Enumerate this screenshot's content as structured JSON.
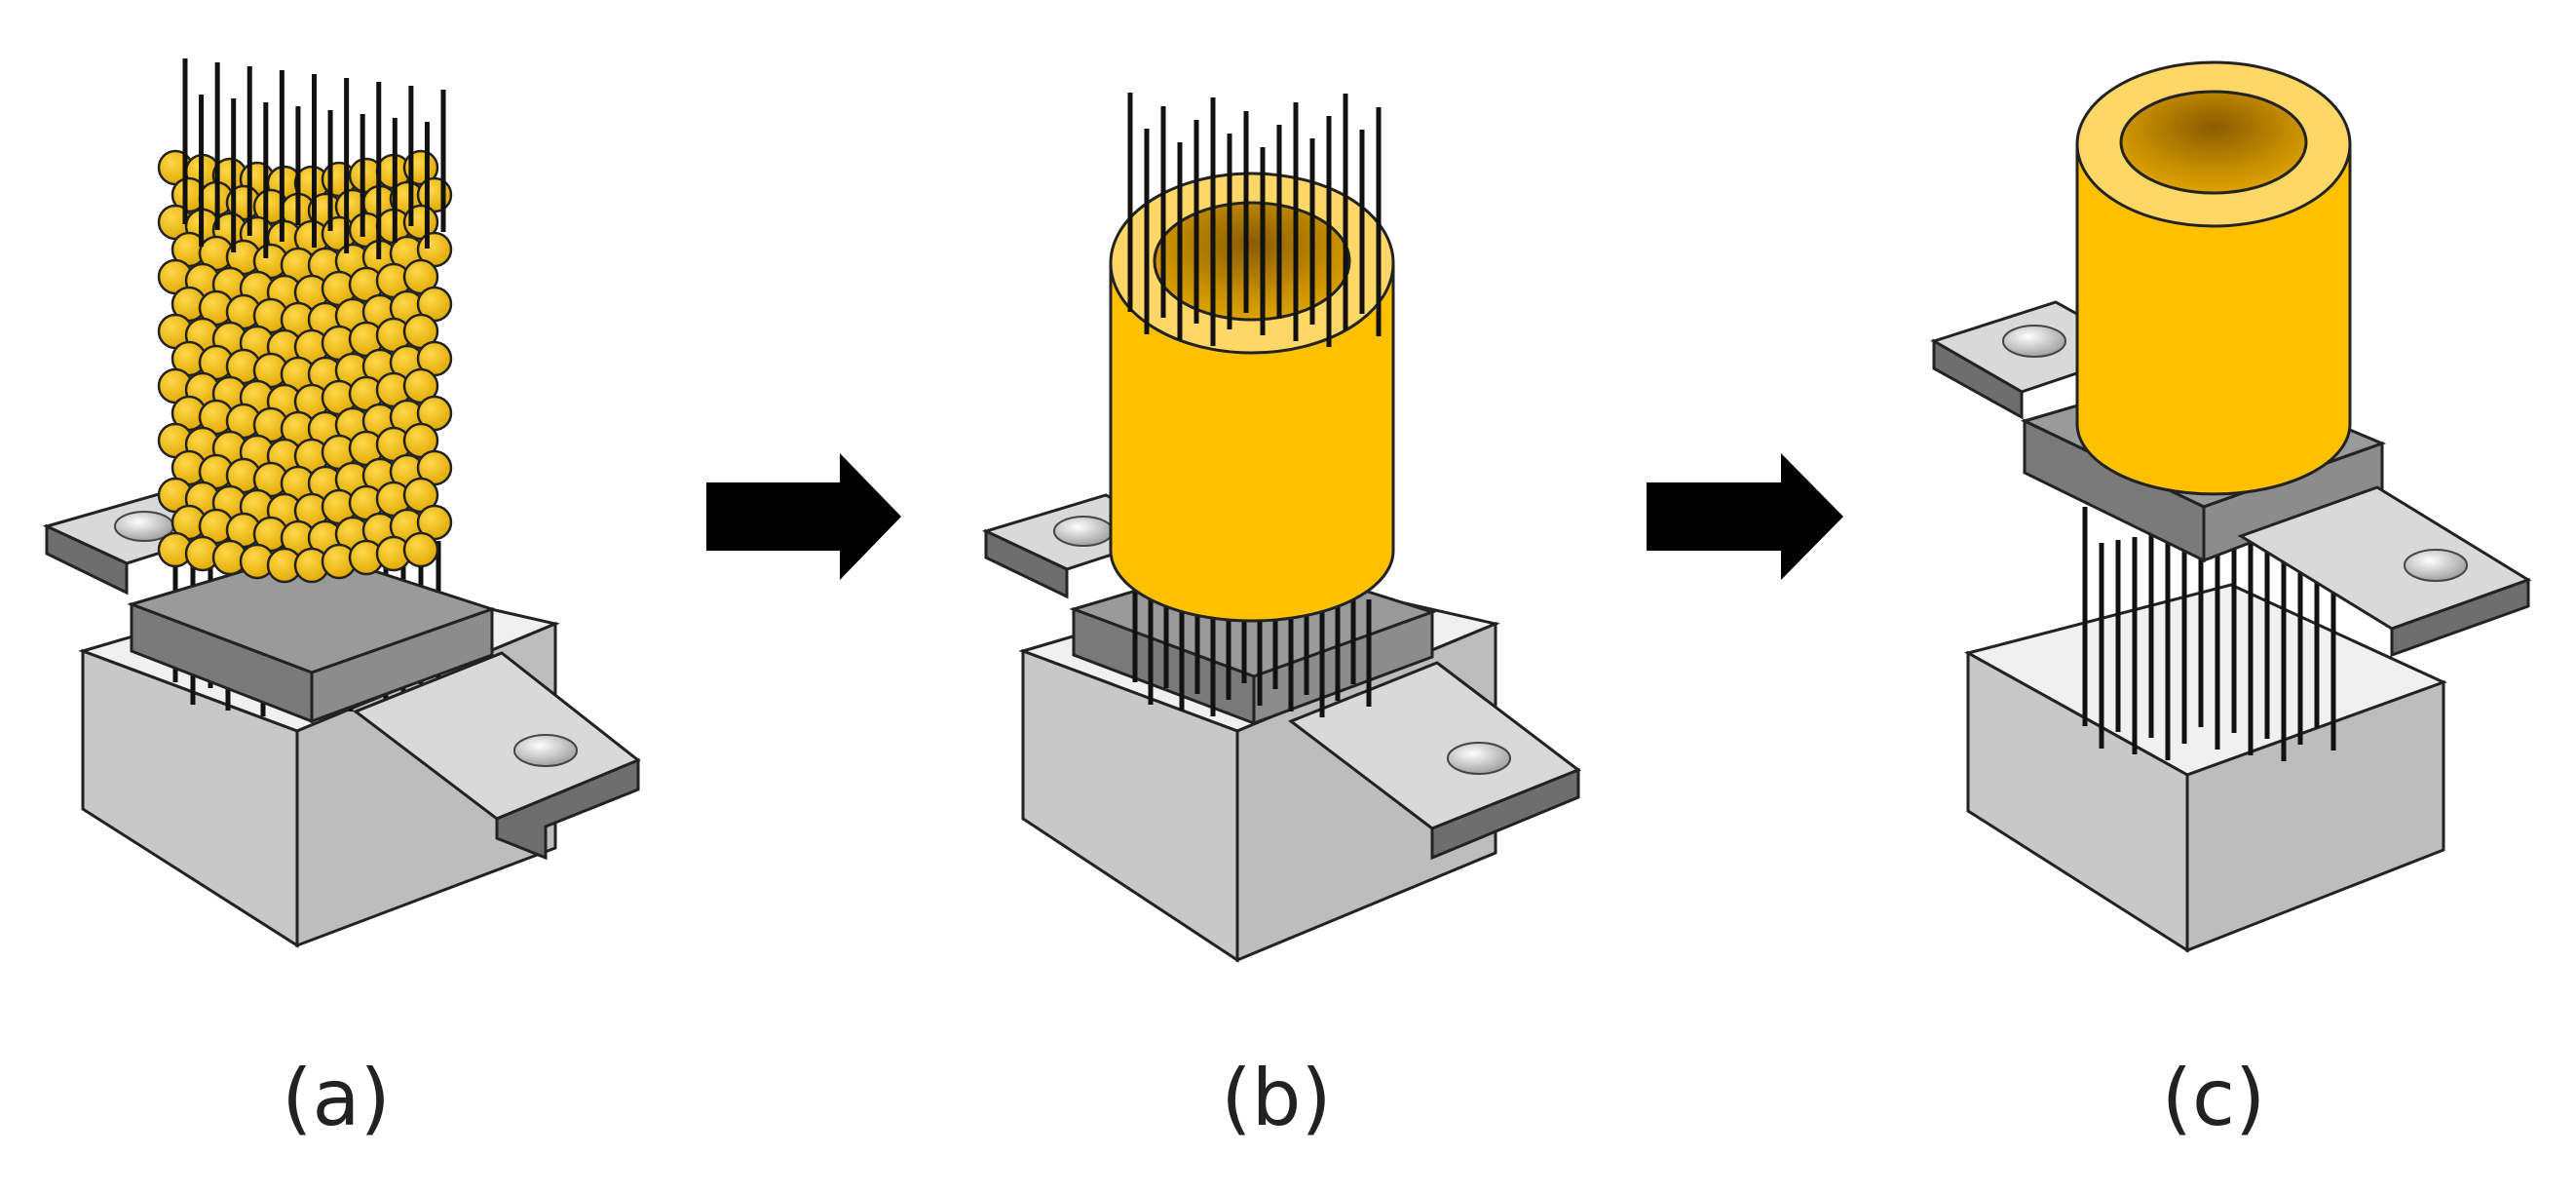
{
  "captions": {
    "a": "(a)",
    "b": "(b)",
    "c": "(c)"
  },
  "icons": {
    "step_arrow": "right-arrow-icon",
    "mount_hole": "hole-icon"
  },
  "colors": {
    "gold": "#FFC000",
    "gold_light": "#FFD766",
    "gold_dark": "#B88500",
    "pin": "#111111",
    "block_top": "#F0F0F0",
    "block_front": "#C8C8C8",
    "block_side": "#A9A9A9",
    "flange_light": "#D9D9D9",
    "flange_dark": "#6E6E6E",
    "stroke": "#222222",
    "arrow": "#000000"
  }
}
